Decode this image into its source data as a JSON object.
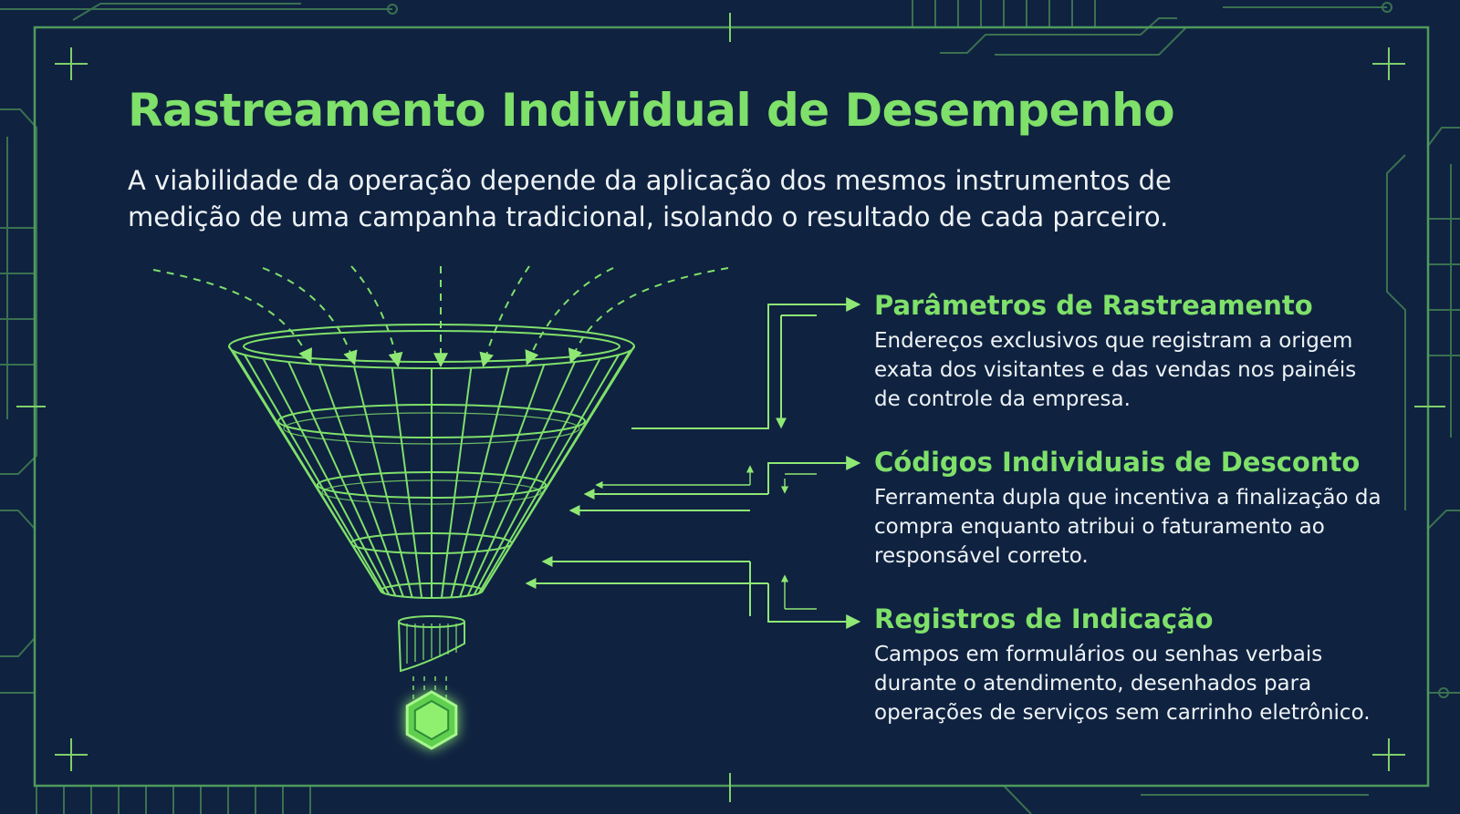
{
  "title": "Rastreamento Individual de Desempenho",
  "subtitle": "A viabilidade da operação depende da aplicação dos mesmos instrumentos de medição de uma campanha tradicional, isolando o resultado de cada parceiro.",
  "items": [
    {
      "heading": "Parâmetros de Rastreamento",
      "text": "Endereços exclusivos que registram a origem exata dos visitantes e das vendas nos painéis de controle da empresa."
    },
    {
      "heading": "Códigos Individuais de Desconto",
      "text": "Ferramenta dupla que incentiva a finalização da compra enquanto atribui o faturamento ao responsável correto."
    },
    {
      "heading": "Registros de Indicação",
      "text": "Campos em formulários ou senhas verbais durante o atendimento, desenhados para operações de serviços sem carrinho eletrônico."
    }
  ],
  "colors": {
    "background": "#0f2240",
    "accent": "#7fe06a",
    "text": "#eef3f6",
    "circuit": "#3f7a52"
  },
  "icons": [
    "funnel-icon",
    "hexagon-icon",
    "arrow-right-icon"
  ]
}
